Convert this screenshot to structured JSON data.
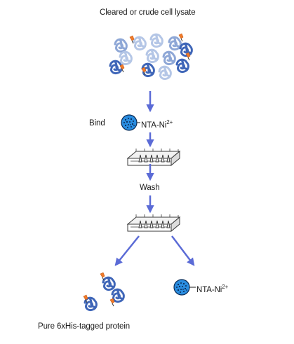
{
  "labels": {
    "title": "Cleared or crude cell lysate",
    "bind": "Bind",
    "wash": "Wash",
    "resin_main": "NTA-Ni",
    "resin_charge": "2+",
    "product": "Pure 6xHis-tagged protein"
  },
  "colors": {
    "arrow": "#5b6bd6",
    "protein_light": "#b4c6e6",
    "protein_mid": "#8ea7d6",
    "protein_dark": "#3f66b8",
    "tag": "#f07b2a",
    "bead": "#2a8de0",
    "bead_dots": "#0b2b55",
    "plate_fill": "#f2f2f2",
    "plate_stroke": "#3a3a3a"
  }
}
